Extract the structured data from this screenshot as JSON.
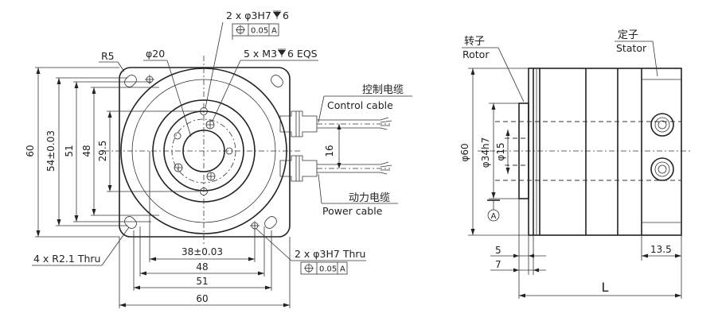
{
  "front_view": {
    "corner_radius": "R5",
    "center_bore": "φ20",
    "pin_hole_top": "2 x φ3H7",
    "pin_hole_top_depth": "6",
    "pin_hole_top_fcf": {
      "tol": "0.05",
      "datum": "A"
    },
    "screw_holes": "5 x M3",
    "screw_holes_depth": "6 EQS",
    "control_cable_cn": "控制电缆",
    "control_cable_en": "Control cable",
    "power_cable_cn": "动力电缆",
    "power_cable_en": "Power cable",
    "cable_spacing": "16",
    "dim_v_60": "60",
    "dim_v_54": "54±0.03",
    "dim_v_51": "51",
    "dim_v_48": "48",
    "dim_v_29_5": "29.5",
    "dim_h_38": "38±0.03",
    "dim_h_48": "48",
    "dim_h_51": "51",
    "dim_h_60": "60",
    "mount_slots": "4 x R2.1 Thru",
    "pin_hole_bottom": "2 x φ3H7 Thru",
    "pin_hole_bottom_fcf": {
      "tol": "0.05",
      "datum": "A"
    }
  },
  "side_view": {
    "rotor_cn": "转子",
    "rotor_en": "Rotor",
    "stator_cn": "定子",
    "stator_en": "Stator",
    "dim_outer": "φ60",
    "dim_shaft": "φ34h7",
    "dim_bore": "φ15",
    "datum_label": "A",
    "dim_5": "5",
    "dim_7": "7",
    "dim_13_5": "13.5",
    "dim_L": "L"
  },
  "icons": {
    "position_symbol": "position-tolerance-icon",
    "depth_symbol": "depth-symbol-icon"
  }
}
